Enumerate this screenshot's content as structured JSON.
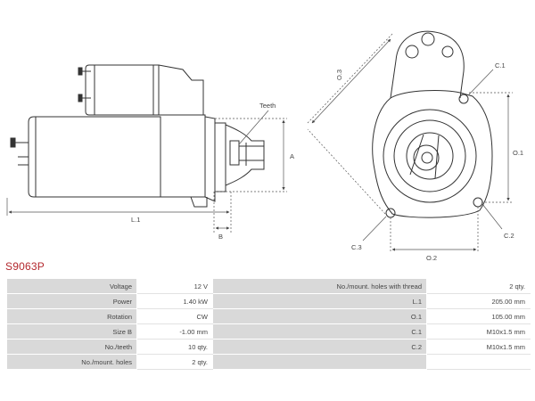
{
  "part_code": "S9063P",
  "drawing_labels": {
    "teeth": "Teeth",
    "a": "A",
    "b": "B",
    "l1": "L.1",
    "o1": "O.1",
    "o2": "O.2",
    "o3": "O.3",
    "c1": "C.1",
    "c2": "C.2",
    "c3": "C.3"
  },
  "specs": {
    "rows": [
      {
        "label_left": "Voltage",
        "value_left": "12 V",
        "label_right": "No./mount. holes with thread",
        "value_right": "2 qty."
      },
      {
        "label_left": "Power",
        "value_left": "1.40 kW",
        "label_right": "L.1",
        "value_right": "205.00 mm"
      },
      {
        "label_left": "Rotation",
        "value_left": "CW",
        "label_right": "O.1",
        "value_right": "105.00 mm"
      },
      {
        "label_left": "Size B",
        "value_left": "-1.00 mm",
        "label_right": "C.1",
        "value_right": "M10x1.5 mm"
      },
      {
        "label_left": "No./teeth",
        "value_left": "10 qty.",
        "label_right": "C.2",
        "value_right": "M10x1.5 mm"
      },
      {
        "label_left": "No./mount. holes",
        "value_left": "2 qty.",
        "label_right": "",
        "value_right": ""
      }
    ]
  }
}
